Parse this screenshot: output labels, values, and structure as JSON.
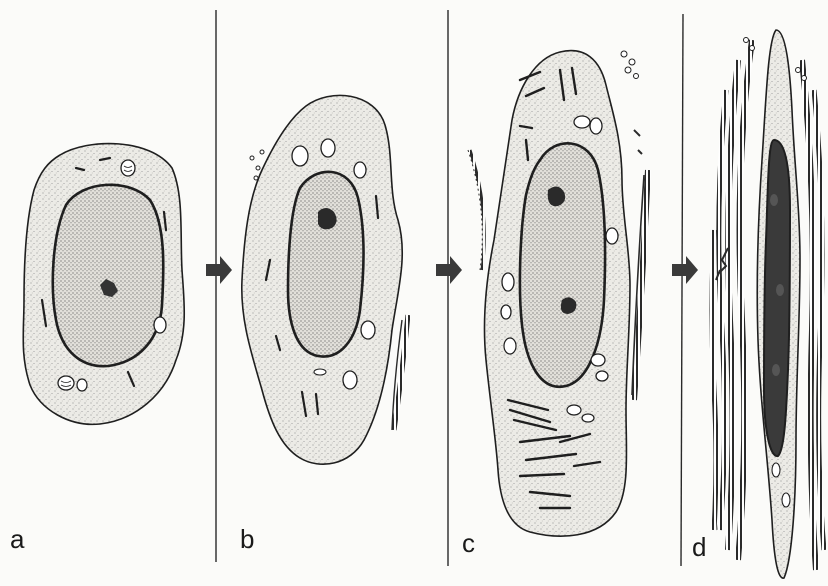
{
  "diagram": {
    "panels": [
      {
        "id": "a",
        "label": "a"
      },
      {
        "id": "b",
        "label": "b"
      },
      {
        "id": "c",
        "label": "c"
      },
      {
        "id": "d",
        "label": "d"
      }
    ],
    "arrows": 3,
    "colors": {
      "ink": "#1f1f1f",
      "cytoplasm": "#ecebe6",
      "nucleoplasm": "#e4e2dc",
      "dark": "#3a3a3a",
      "background": "#fbfbf9"
    }
  }
}
